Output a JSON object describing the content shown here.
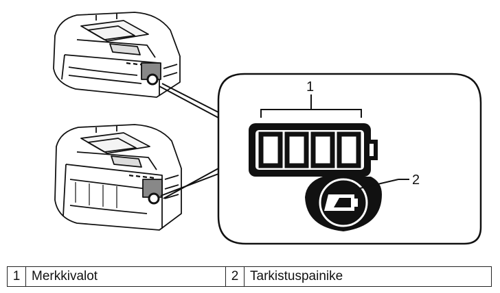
{
  "figure": {
    "callouts": [
      {
        "number": "1"
      },
      {
        "number": "2"
      }
    ]
  },
  "legend": [
    {
      "number": "1",
      "label": "Merkkivalot"
    },
    {
      "number": "2",
      "label": "Tarkistuspainike"
    }
  ],
  "indicator": {
    "lamp_count": 4,
    "button_icon": "battery-low-icon"
  }
}
